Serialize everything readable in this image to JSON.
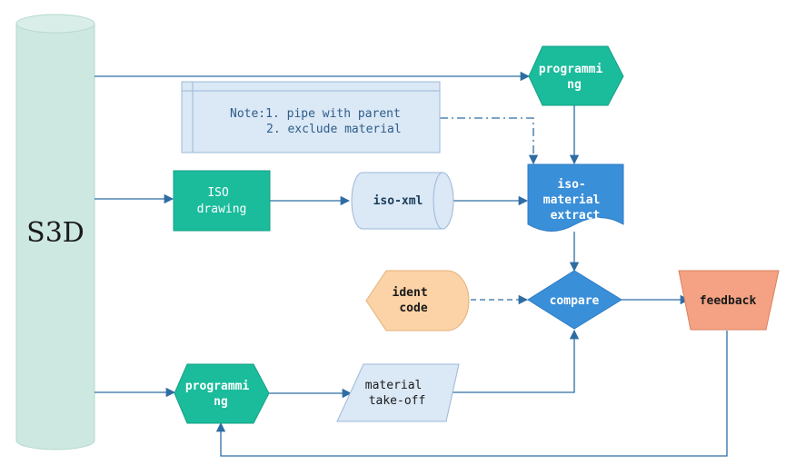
{
  "nodes": {
    "s3d": "S3D",
    "programming_top": [
      "programmi",
      "ng"
    ],
    "note": [
      "Note:1. pipe with parent",
      "2. exclude material"
    ],
    "iso_drawing": [
      "ISO",
      "drawing"
    ],
    "iso_xml": "iso-xml",
    "iso_material_extract": [
      "iso-",
      "material",
      "extract"
    ],
    "ident_code": [
      "ident",
      "code"
    ],
    "compare": "compare",
    "feedback": "feedback",
    "programming_bottom": [
      "programmi",
      "ng"
    ],
    "material_takeoff": [
      "material",
      "take-off"
    ]
  },
  "colors": {
    "cylinder": "#cde8e0",
    "green": "#1abc9c",
    "blue": "#3a8fd9",
    "light_blue": "#dbe8f5",
    "orange_light": "#fbd3a6",
    "salmon": "#f4a283",
    "arrow": "#2e6da4"
  }
}
